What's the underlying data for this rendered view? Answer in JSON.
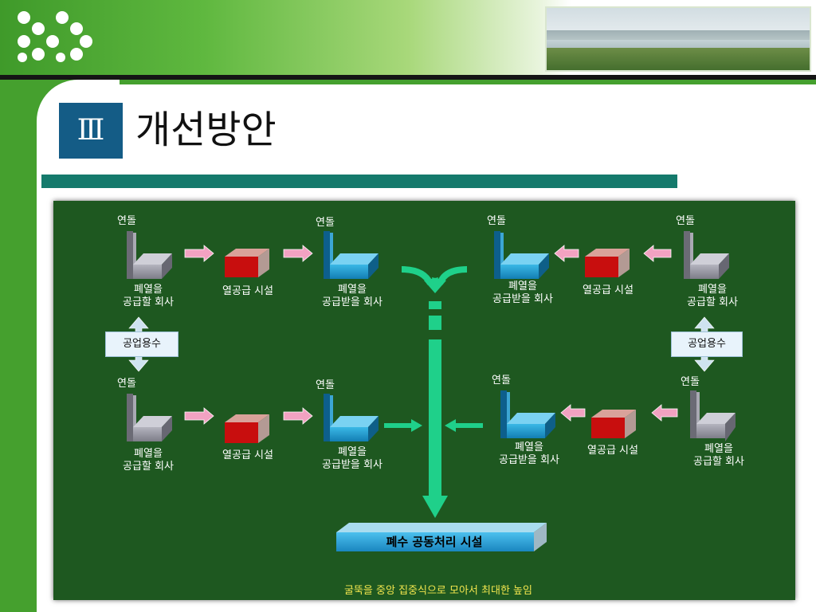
{
  "title": {
    "roman_numeral": "Ⅲ",
    "text": "개선방안"
  },
  "diagram": {
    "supplier_plant_top_left": {
      "stack_label": "연돌",
      "caption": "폐열을\n공급할 회사"
    },
    "heat_facility_top_left": {
      "caption": "열공급 시설"
    },
    "receiver_plant_top_left": {
      "stack_label": "연돌",
      "caption": "폐열을\n공급받을 회사"
    },
    "receiver_plant_top_right": {
      "stack_label": "연돌",
      "caption": "폐열을\n공급받을 회사"
    },
    "heat_facility_top_right": {
      "caption": "열공급 시설"
    },
    "supplier_plant_top_right": {
      "stack_label": "연돌",
      "caption": "폐열을\n공급할 회사"
    },
    "supplier_plant_bottom_left": {
      "stack_label": "연돌",
      "caption": "폐열을\n공급할 회사"
    },
    "heat_facility_bottom_left": {
      "caption": "열공급 시설"
    },
    "receiver_plant_bottom_left": {
      "stack_label": "연돌",
      "caption": "폐열을\n공급받을 회사"
    },
    "receiver_plant_bottom_right": {
      "stack_label": "연돌",
      "caption": "폐열을\n공급받을 회사"
    },
    "heat_facility_bottom_right": {
      "caption": "열공급 시설"
    },
    "supplier_plant_bottom_right": {
      "stack_label": "연돌",
      "caption": "폐열을\n공급할 회사"
    },
    "industrial_water_left": "공업용수",
    "industrial_water_right": "공업용수",
    "wastewater_facility": "폐수 공동처리 시설",
    "caption": "굴뚝을 중앙 집중식으로 모아서 최대한 높임"
  },
  "colors": {
    "board_green": "#1e5820",
    "flow_arrow": "#1fd08a",
    "heat_arrow": "#f2a2c2",
    "supplier_plant": "#9a9aa6",
    "receiver_plant": "#1e9ccf",
    "heat_facility": "#c80e0e",
    "facility_bar": "#2aa3d6"
  }
}
